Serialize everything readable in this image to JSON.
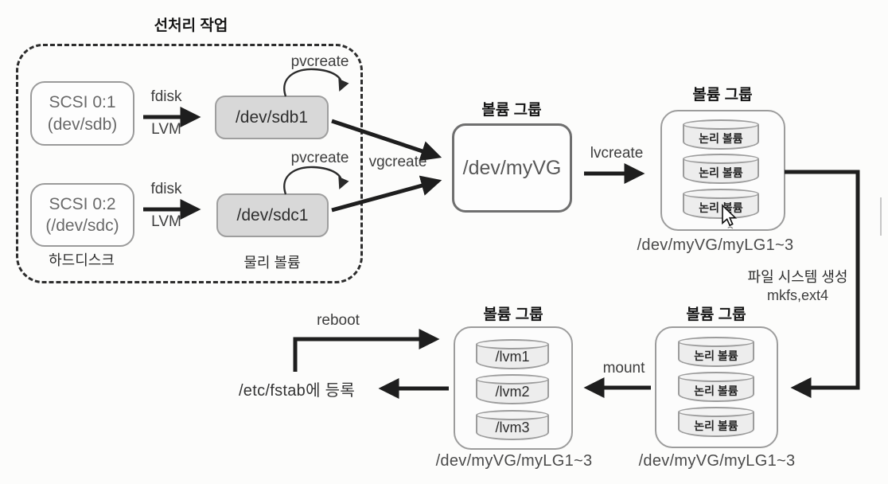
{
  "colors": {
    "background": "#fcfcfb",
    "line": "#1e1e1e",
    "physical_volume_box_bg": "#d8d8d8",
    "box_border": "#9a9a9a"
  },
  "preprocess": {
    "title": "선처리 작업",
    "hard_disks": [
      {
        "name": "SCSI 0:1",
        "device": "(dev/sdb)"
      },
      {
        "name": "SCSI 0:2",
        "device": "(/dev/sdc)"
      }
    ],
    "hard_disk_label": "하드디스크",
    "fdisk_label": "fdisk",
    "lvm_label": "LVM",
    "pvcreate_label": "pvcreate",
    "physical_volumes": [
      "/dev/sdb1",
      "/dev/sdc1"
    ],
    "physical_volume_label": "물리 볼륨"
  },
  "volume_group": {
    "title": "볼륨 그룹",
    "name": "/dev/myVG",
    "vgcreate_label": "vgcreate",
    "lvcreate_label": "lvcreate"
  },
  "logical_volumes_created": {
    "title": "볼륨 그룹",
    "volumes": [
      "논리 볼륨",
      "논리 볼륨",
      "논리 볼륨"
    ],
    "caption": "/dev/myVG/myLG1~3"
  },
  "filesystem_step": {
    "line1": "파일 시스템 생성",
    "line2": "mkfs,ext4"
  },
  "logical_volumes_formatted": {
    "title": "볼륨 그룹",
    "volumes": [
      "논리 볼륨",
      "논리 볼륨",
      "논리 볼륨"
    ],
    "caption": "/dev/myVG/myLG1~3"
  },
  "mount_label": "mount",
  "mounted_volumes": {
    "title": "볼륨 그룹",
    "volumes": [
      "/lvm1",
      "/lvm2",
      "/lvm3"
    ],
    "caption": "/dev/myVG/myLG1~3"
  },
  "fstab_label": "/etc/fstab에 등록",
  "reboot_label": "reboot"
}
